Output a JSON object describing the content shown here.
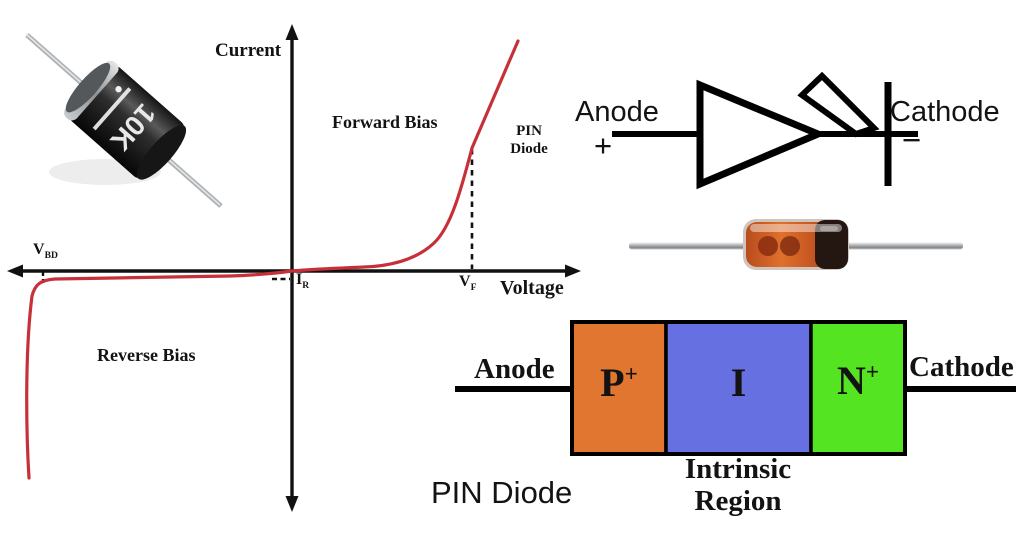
{
  "graph": {
    "y_axis_label": "Current",
    "x_axis_label": "Voltage",
    "forward_region_label": "Forward Bias",
    "reverse_region_label": "Reverse Bias",
    "curve_name_line1": "PIN",
    "curve_name_line2": "Diode",
    "vbd_base": "V",
    "vbd_sub": "BD",
    "ir_base": "I",
    "ir_sub": "R",
    "vf_base": "V",
    "vf_sub": "F"
  },
  "symbol": {
    "anode_label": "Anode",
    "anode_polarity": "+",
    "cathode_label": "Cathode",
    "cathode_polarity": "−"
  },
  "photos": {
    "axial_diode_marking": "10K"
  },
  "structure": {
    "anode_label": "Anode",
    "cathode_label": "Cathode",
    "region_p_base": "P",
    "region_p_sup": "+",
    "region_i_base": "I",
    "region_n_base": "N",
    "region_n_sup": "+",
    "intrinsic_line1": "Intrinsic",
    "intrinsic_line2": "Region",
    "caption": "PIN Diode"
  },
  "colors": {
    "curve_red": "#C73039",
    "p_region_orange": "#E0762F",
    "i_region_blue": "#6670E0",
    "n_region_green": "#55E422",
    "ink_black": "#111111"
  }
}
